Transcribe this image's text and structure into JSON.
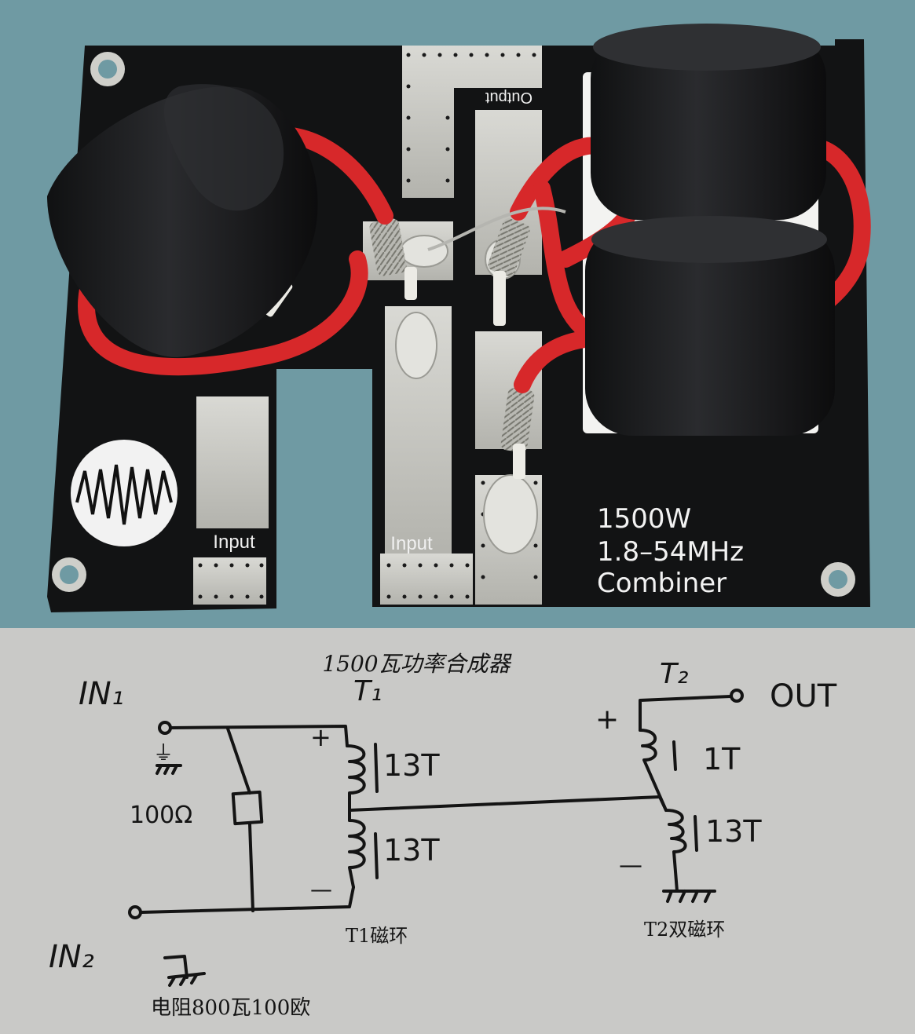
{
  "board": {
    "silkscreen": {
      "label_output": "Output",
      "label_input_1": "Input",
      "label_input_2": "Input",
      "rating_line1": "1500W",
      "rating_line2": "1.8–54MHz",
      "rating_line3": "Combiner"
    }
  },
  "schematic": {
    "title": "1500瓦功率合成器",
    "in1": "IN₁",
    "in2": "IN₂",
    "ground_mark_in1": "⏚",
    "resistor_value": "100Ω",
    "t1_label": "T₁",
    "t1_plus": "+",
    "t1_minus": "—",
    "t1_top_turns": "13T",
    "t1_bottom_turns": "13T",
    "t1_caption": "T1磁环",
    "t2_label": "T₂",
    "t2_plus": "+",
    "t2_minus": "—",
    "t2_top_turns": "1T",
    "t2_bottom_turns": "13T",
    "t2_caption": "T2双磁环",
    "out_label": "OUT",
    "footer_note": "电阻800瓦100欧"
  },
  "colors": {
    "pcb": "#121314",
    "copper": "#c9c9c4",
    "ferrite": "#1f2022",
    "wire_red": "#d7282a",
    "bench": "#6f9aa3",
    "paper": "#c9c9c7",
    "ink": "#141414"
  }
}
